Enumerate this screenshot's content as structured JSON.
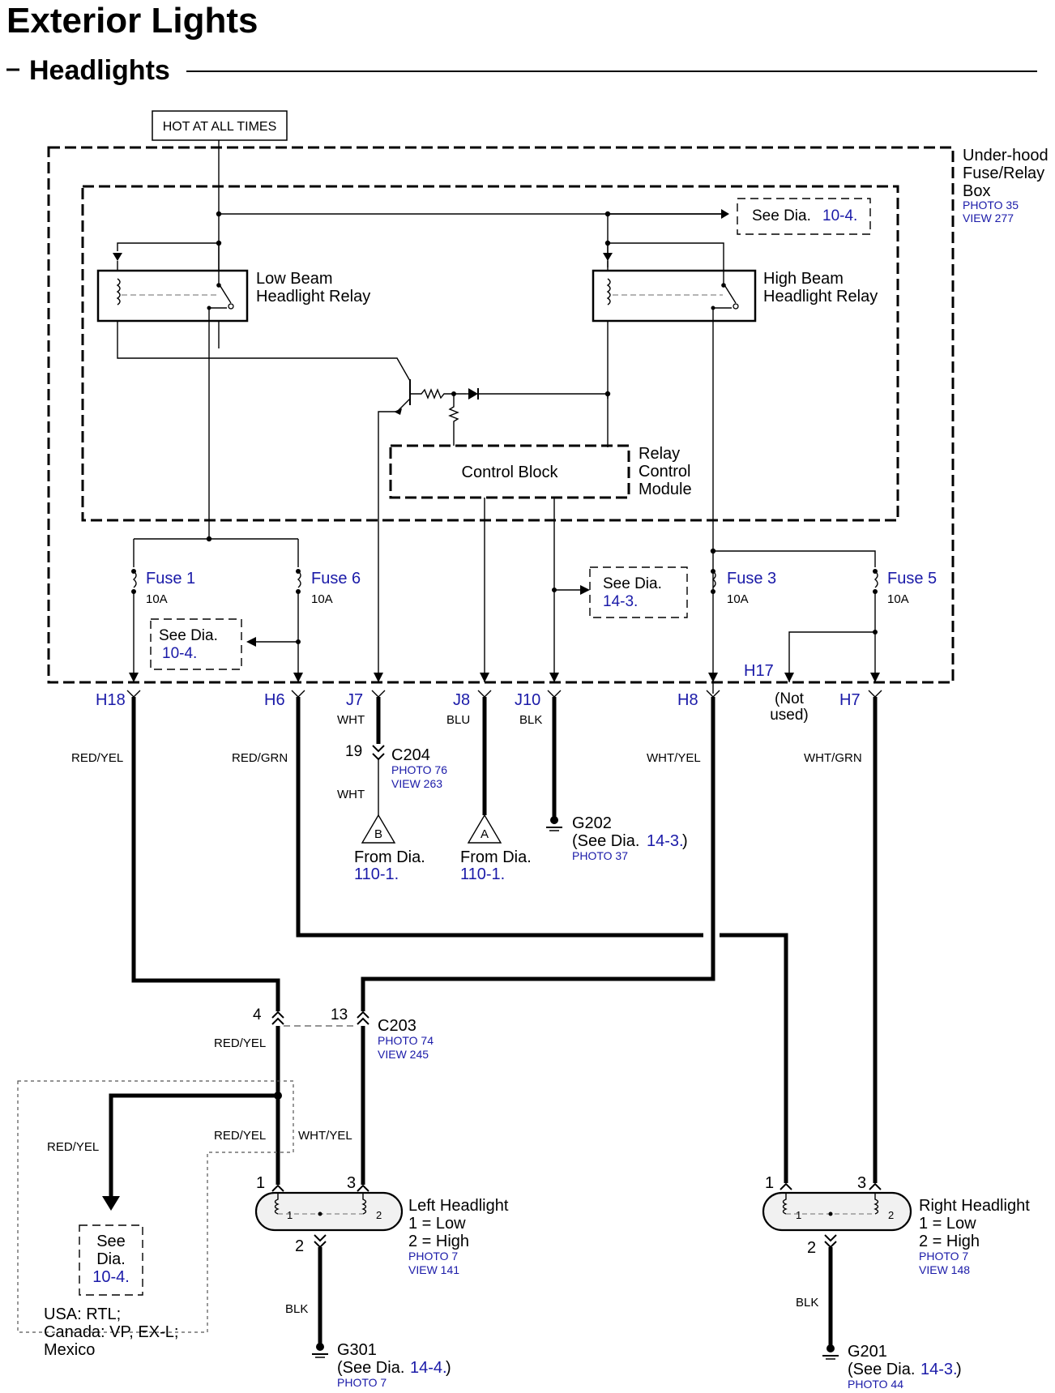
{
  "title": "Exterior Lights",
  "subtitle": "Headlights",
  "hot_label": "HOT AT ALL TIMES",
  "box": {
    "line1": "Under-hood",
    "line2": "Fuse/Relay",
    "line3": "Box",
    "photo": "PHOTO 35",
    "view": "VIEW 277"
  },
  "refs": {
    "top": {
      "prefix": "See Dia.",
      "num": "10-4."
    },
    "fuse6": {
      "prefix": "See Dia.",
      "num": "10-4."
    },
    "j10": {
      "prefix": "See Dia.",
      "num": "14-3."
    },
    "bottom_left": {
      "line1": "See",
      "line2": "Dia.",
      "num": "10-4."
    }
  },
  "relays": {
    "low": [
      "Low Beam",
      "Headlight Relay"
    ],
    "high": [
      "High Beam",
      "Headlight Relay"
    ]
  },
  "control_block": "Control Block",
  "module": [
    "Relay",
    "Control",
    "Module"
  ],
  "fuses": [
    {
      "name": "Fuse 1",
      "rating": "10A"
    },
    {
      "name": "Fuse 6",
      "rating": "10A"
    },
    {
      "name": "Fuse 3",
      "rating": "10A"
    },
    {
      "name": "Fuse 5",
      "rating": "10A"
    }
  ],
  "terminals": {
    "h18": "H18",
    "h6": "H6",
    "j7": "J7",
    "j8": "J8",
    "j10": "J10",
    "h8": "H8",
    "h17": "H17",
    "h7": "H7"
  },
  "not_used": [
    "(Not",
    "used)"
  ],
  "wires": {
    "h18": "RED/YEL",
    "h6": "RED/GRN",
    "j7": "WHT",
    "j8": "BLU",
    "j10": "BLK",
    "h8": "WHT/YEL",
    "h7": "WHT/GRN",
    "j7_after": "WHT",
    "c203_left": "RED/YEL",
    "branch_main": "RED/YEL",
    "branch_left": "RED/YEL",
    "c203_right": "WHT/YEL",
    "left_gnd": "BLK",
    "right_gnd": "BLK"
  },
  "c204": {
    "pin": "19",
    "name": "C204",
    "photo": "PHOTO 76",
    "view": "VIEW 263"
  },
  "c203": {
    "pin_left": "4",
    "pin_right": "13",
    "name": "C203",
    "photo": "PHOTO 74",
    "view": "VIEW 245"
  },
  "from_b": {
    "letter": "B",
    "text": "From Dia.",
    "num": "110-1."
  },
  "from_a": {
    "letter": "A",
    "text": "From Dia.",
    "num": "110-1."
  },
  "g202": {
    "name": "G202",
    "see": "(See Dia.",
    "num": "14-3.",
    "close": ")",
    "photo": "PHOTO 37"
  },
  "left_headlight": {
    "name": "Left Headlight",
    "low": "1 = Low",
    "high": "2 = High",
    "photo": "PHOTO 7",
    "view": "VIEW 141",
    "pin1": "1",
    "pin3": "3",
    "pin2": "2",
    "in1": "1",
    "in2": "2"
  },
  "right_headlight": {
    "name": "Right Headlight",
    "low": "1 = Low",
    "high": "2 = High",
    "photo": "PHOTO 7",
    "view": "VIEW 148",
    "pin1": "1",
    "pin3": "3",
    "pin2": "2",
    "in1": "1",
    "in2": "2"
  },
  "g301": {
    "name": "G301",
    "see": "(See Dia.",
    "num": "14-4.",
    "close": ")",
    "photo": "PHOTO 7"
  },
  "g201": {
    "name": "G201",
    "see": "(See Dia.",
    "num": "14-3.",
    "close": ")",
    "photo": "PHOTO 44"
  },
  "market_note": [
    "USA: RTL;",
    "Canada: VP, EX-L;",
    "Mexico"
  ]
}
